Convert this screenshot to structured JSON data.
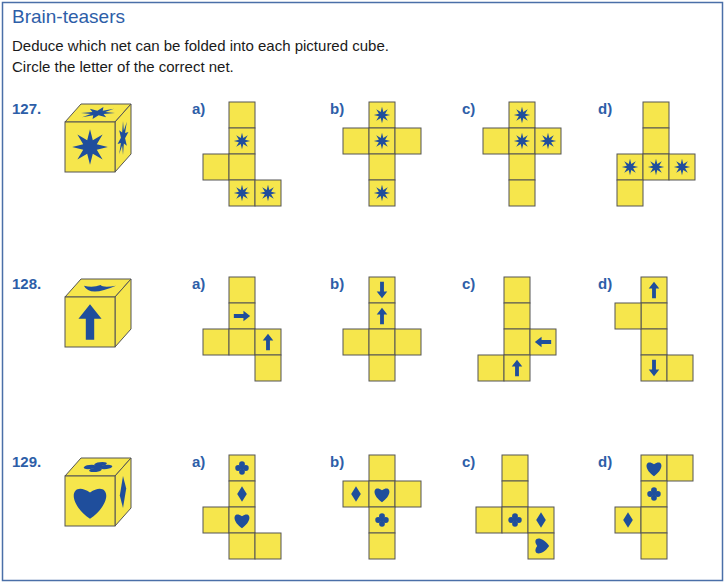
{
  "diagram": {
    "title": "Brain-teasers",
    "labels": [
      "Deduce which net can be folded into each pictured cube.",
      "Circle the letter of the correct net.",
      "127.",
      "a)",
      "b)",
      "c)",
      "d)",
      "128.",
      "a)",
      "b)",
      "c)",
      "d)",
      "129.",
      "a)",
      "b)",
      "c)",
      "d)"
    ]
  }
}
